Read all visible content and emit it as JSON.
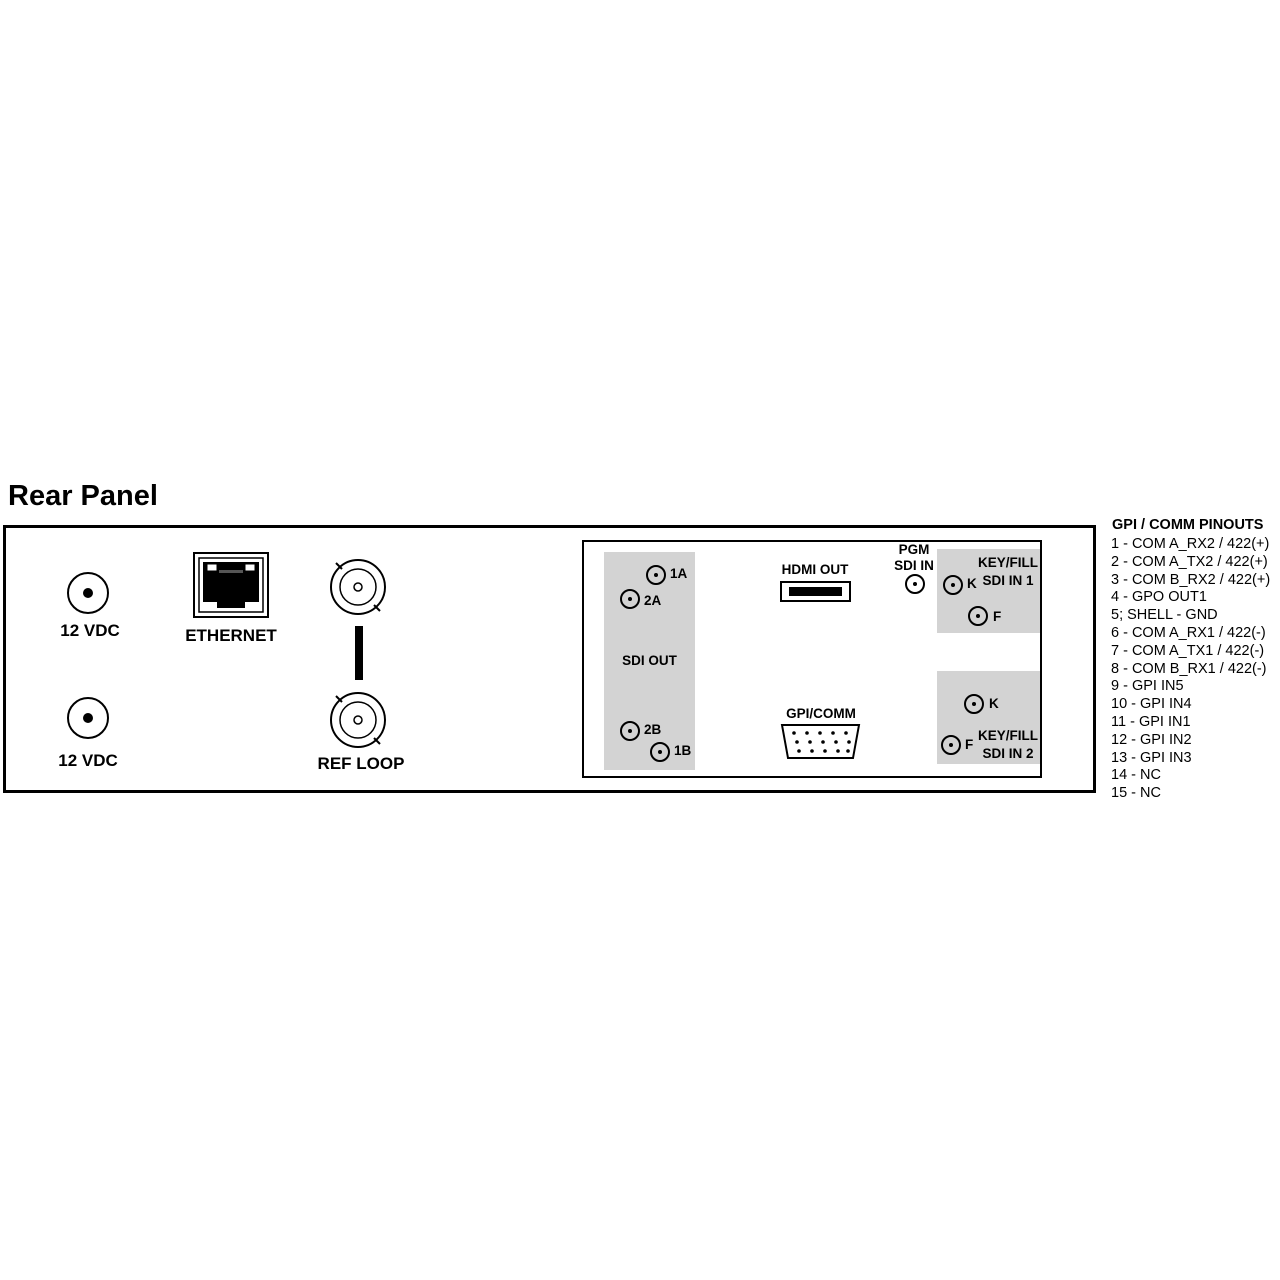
{
  "title": "Rear Panel",
  "labels": {
    "dc_top": "12 VDC",
    "dc_bottom": "12 VDC",
    "ethernet": "ETHERNET",
    "ref_loop": "REF LOOP",
    "sdi_out": "SDI OUT",
    "sdi_1a": "1A",
    "sdi_2a": "2A",
    "sdi_2b": "2B",
    "sdi_1b": "1B",
    "hdmi_out": "HDMI OUT",
    "gpi_comm": "GPI/COMM",
    "pgm_line1": "PGM",
    "pgm_line2": "SDI IN",
    "kf1_line1": "KEY/FILL",
    "kf1_line2": "SDI IN 1",
    "kf2_line1": "KEY/FILL",
    "kf2_line2": "SDI IN 2",
    "k1": "K",
    "f1": "F",
    "k2": "K",
    "f2": "F"
  },
  "pinouts": {
    "title": "GPI / COMM PINOUTS",
    "items": [
      "1 - COM A_RX2 / 422(+)",
      "2 - COM A_TX2 / 422(+)",
      "3 - COM B_RX2 / 422(+)",
      "4 - GPO OUT1",
      "5; SHELL - GND",
      "6 - COM A_RX1 / 422(-)",
      "7 - COM A_TX1 / 422(-)",
      "8 - COM B_RX1 / 422(-)",
      "9 - GPI IN5",
      "10 - GPI IN4",
      "11 - GPI IN1",
      "12 - GPI IN2",
      "13 - GPI IN3",
      "14 - NC",
      "15 - NC"
    ]
  },
  "colors": {
    "panel_gray": "#d3d3d3",
    "line": "#000000"
  }
}
